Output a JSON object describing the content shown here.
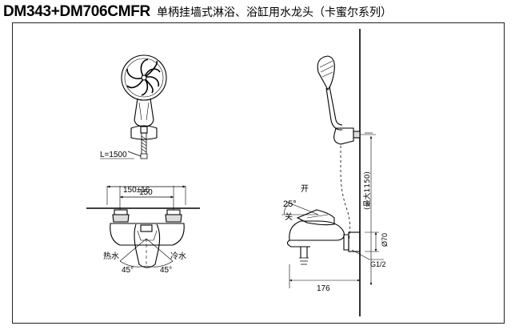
{
  "title": {
    "model": "DM343+DM706CMFR",
    "description": "单柄挂墙式淋浴、浴缸用水龙头（卡蜜尔系列）"
  },
  "front_view": {
    "hose_length": "L=1500",
    "centers_tolerance": "150±16",
    "centers": "150",
    "hot_label": "热水",
    "cold_label": "冷水",
    "angle_left": "45°",
    "angle_right": "45°"
  },
  "side_view": {
    "open_label": "开",
    "close_label": "关",
    "lever_angle": "25°",
    "max_height": "(最大1150)",
    "diameter": "Ø70",
    "thread": "G1/2",
    "projection": "176"
  }
}
